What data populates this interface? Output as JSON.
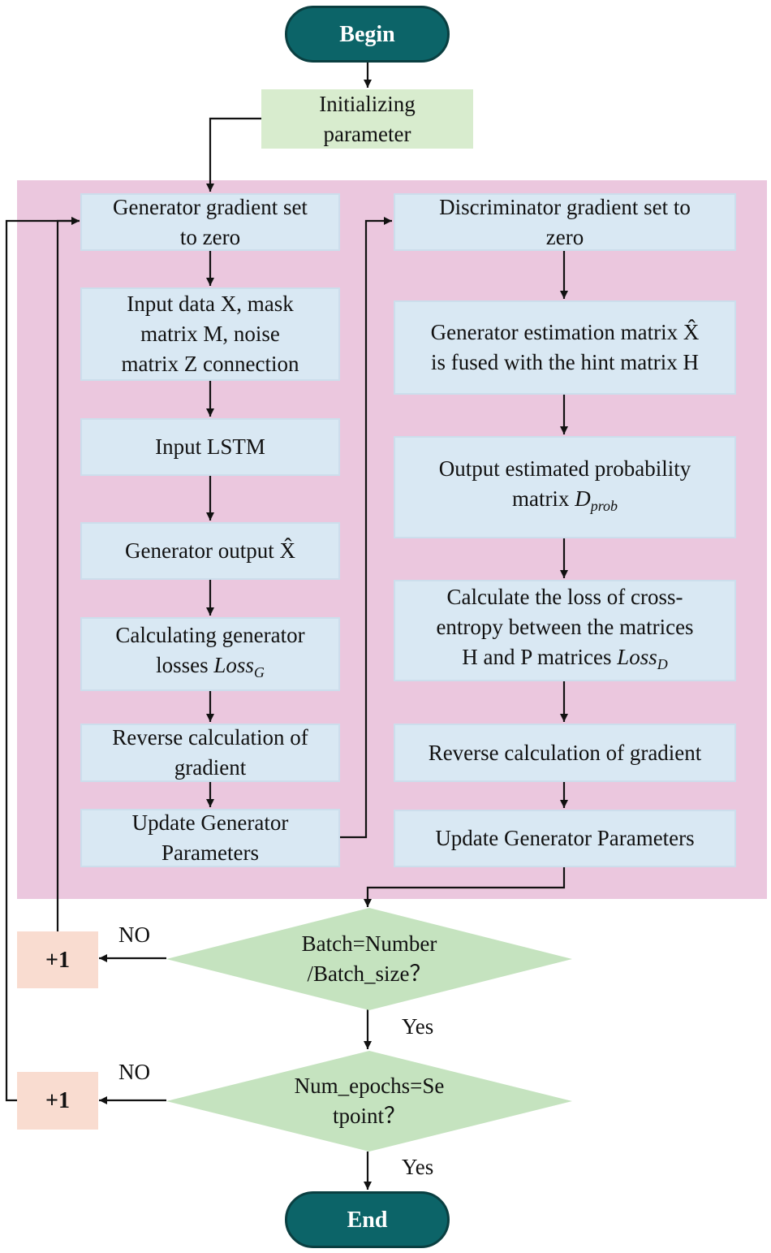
{
  "terminals": {
    "begin": "Begin",
    "end": "End"
  },
  "init": {
    "lines": [
      "Initializing",
      "parameter"
    ]
  },
  "generator": {
    "zero_grad": {
      "lines": [
        "Generator gradient set",
        "to zero"
      ]
    },
    "input_concat": {
      "lines": [
        "Input data X, mask",
        "matrix M, noise",
        "matrix Z connection"
      ]
    },
    "input_lstm": {
      "text": "Input LSTM"
    },
    "output": {
      "text": "Generator output X̂"
    },
    "loss": {
      "line1": "Calculating generator",
      "line2_prefix": "losses ",
      "math": "Loss",
      "sub": "G"
    },
    "backward": {
      "lines": [
        "Reverse calculation of",
        "gradient"
      ]
    },
    "update": {
      "lines": [
        "Update Generator",
        "Parameters"
      ]
    }
  },
  "discriminator": {
    "zero_grad": {
      "lines": [
        "Discriminator gradient set to",
        "zero"
      ]
    },
    "fuse": {
      "lines": [
        "Generator estimation matrix X̂",
        "is fused with the hint matrix H"
      ]
    },
    "prob": {
      "line1": "Output estimated probability",
      "line2_prefix": "matrix ",
      "math": "D",
      "sub": "prob"
    },
    "loss": {
      "line1": "Calculate the loss of cross-",
      "line2": "entropy between the matrices",
      "line3_prefix": "H and P matrices ",
      "math": "Loss",
      "sub": "D"
    },
    "backward": {
      "text": "Reverse calculation of gradient"
    },
    "update": {
      "text": "Update Generator Parameters"
    }
  },
  "decisions": {
    "batch": {
      "lines": [
        "Batch=Number",
        "/Batch_size？"
      ]
    },
    "epochs": {
      "lines": [
        "Num_epochs=Se",
        "tpoint？"
      ]
    }
  },
  "increment": {
    "batch": "+1",
    "epochs": "+1"
  },
  "edge_labels": {
    "batch_no": "NO",
    "batch_yes": "Yes",
    "epochs_no": "NO",
    "epochs_yes": "Yes"
  },
  "colors": {
    "panel": "#ebc7de",
    "process": "#d9e8f3",
    "init": "#d8ecce",
    "terminal": "#0c6468",
    "decision": "#c5e3bf",
    "increment": "#f9dcd0",
    "line": "#111111"
  }
}
